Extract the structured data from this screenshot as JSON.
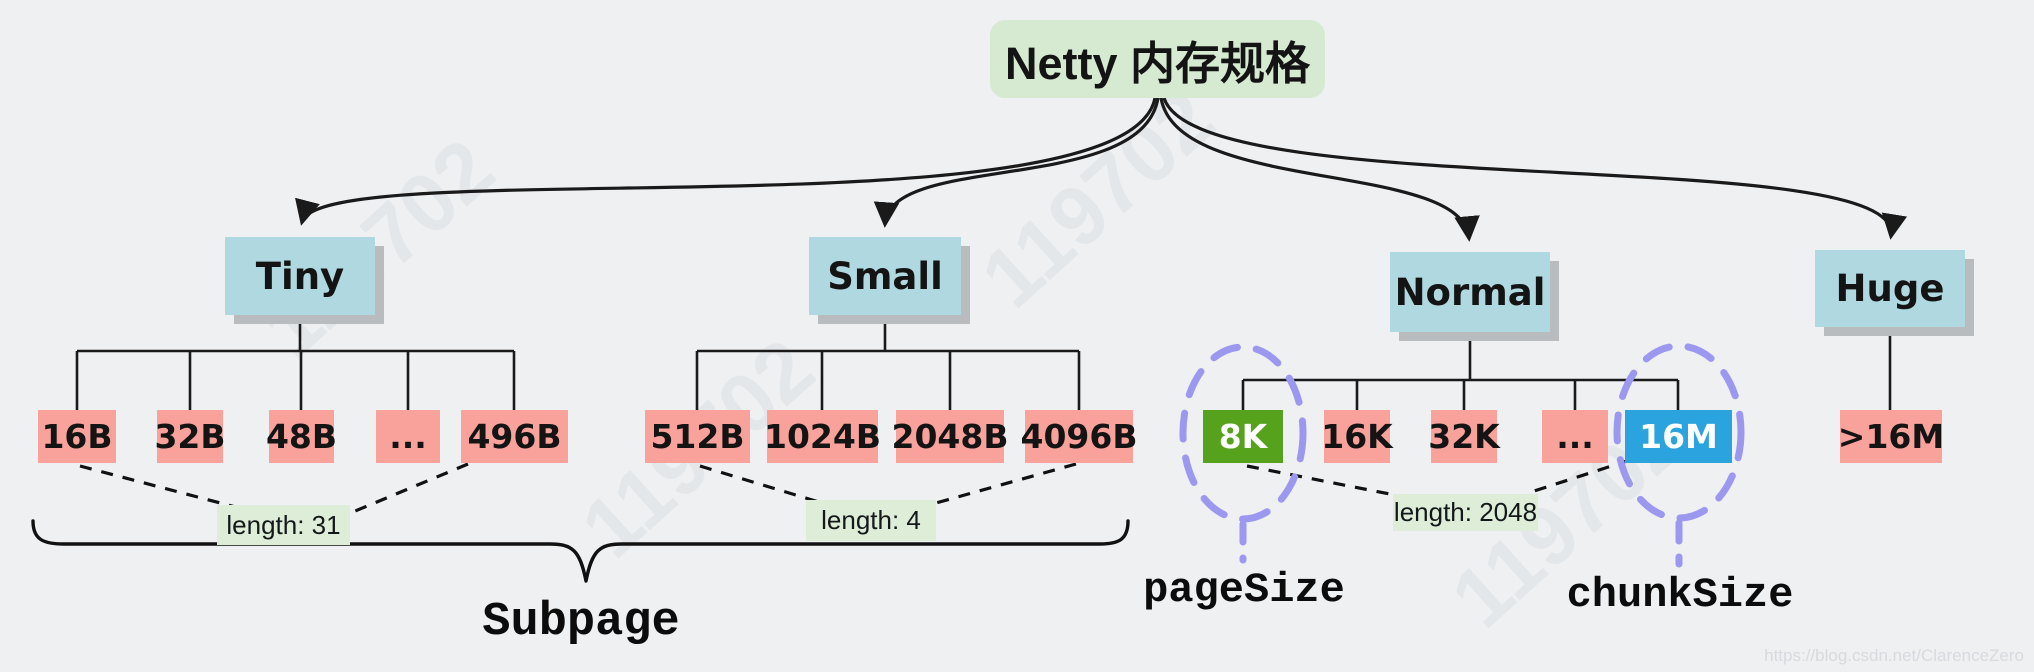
{
  "title": "Netty 内存规格",
  "tree": {
    "root": {
      "label": "Netty 内存规格"
    },
    "categories": [
      {
        "label": "Tiny",
        "length_label": "length: 31",
        "children": [
          {
            "label": "16B"
          },
          {
            "label": "32B"
          },
          {
            "label": "48B"
          },
          {
            "label": "..."
          },
          {
            "label": "496B"
          }
        ]
      },
      {
        "label": "Small",
        "length_label": "length: 4",
        "children": [
          {
            "label": "512B"
          },
          {
            "label": "1024B"
          },
          {
            "label": "2048B"
          },
          {
            "label": "4096B"
          }
        ]
      },
      {
        "label": "Normal",
        "length_label": "length: 2048",
        "children": [
          {
            "label": "8K"
          },
          {
            "label": "16K"
          },
          {
            "label": "32K"
          },
          {
            "label": "..."
          },
          {
            "label": "16M"
          }
        ]
      },
      {
        "label": "Huge",
        "children": [
          {
            "label": ">16M"
          }
        ]
      }
    ]
  },
  "annotations": {
    "subpage": "Subpage",
    "page_size": "pageSize",
    "chunk_size": "chunkSize"
  },
  "watermark": {
    "url_text": "https://blog.csdn.net/ClarenceZero",
    "bg_text": "119702"
  },
  "colors": {
    "background": "#eef0f2",
    "root_box": "#d6ead2",
    "category_box": "#b0d8e1",
    "category_shadow": "#b9bcbf",
    "leaf_box": "#f9a29c",
    "page_size_box": "#57a21d",
    "chunk_size_box": "#2aa3df",
    "length_label_box": "#deedd8",
    "highlight_ellipse": "#9c98f0",
    "line": "#1a1a1a"
  }
}
